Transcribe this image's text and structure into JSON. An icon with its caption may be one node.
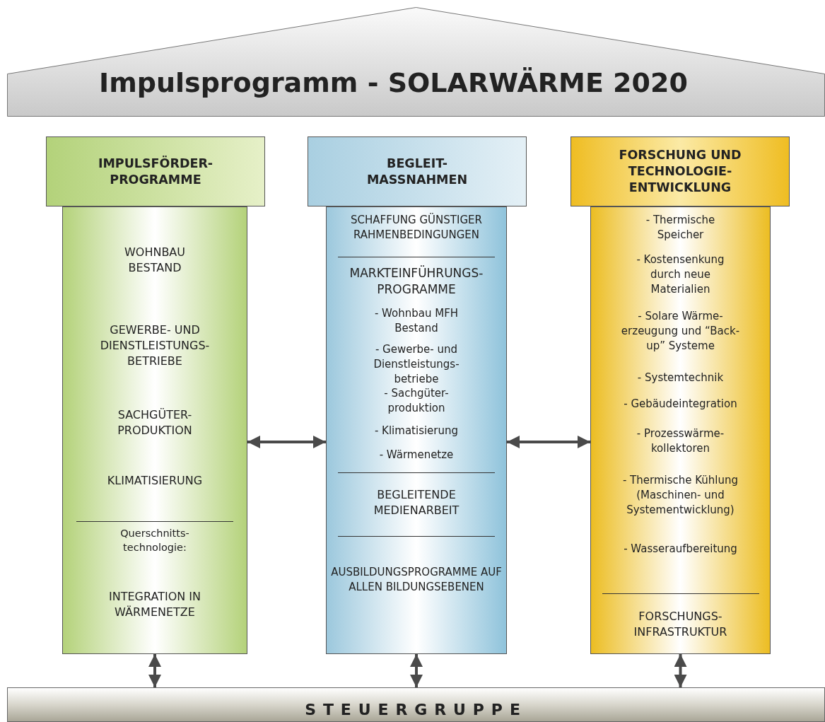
{
  "diagram": {
    "nodes": [
      {
        "text": [
          "Impulsprogramm - SOLARWÄRME 2020"
        ]
      },
      {
        "text": [
          "IMPULSFÖRDER- PROGRAMME"
        ]
      },
      {
        "text": [
          "WOHNBAU BESTAND",
          "GEWERBE- UND DIENSTLEISTUNGS- BETRIEBE",
          "SACHGÜTER- PRODUKTION",
          "KLIMATISIERUNG",
          "Querschnitts- technologie:",
          "INTEGRATION IN WÄRMENETZE"
        ]
      },
      {
        "text": [
          "BEGLEIT- MASSNAHMEN"
        ]
      },
      {
        "text": [
          "SCHAFFUNG GÜNSTIGER RAHMENBEDINGUNGEN",
          "MARKTEINFÜHRUNGS- PROGRAMME",
          "- Wohnbau MFH Bestand",
          "- Gewerbe- und Dienstleistungs- betriebe",
          "- Sachgüter- produktion",
          "- Klimatisierung",
          "- Wärmenetze",
          "BEGLEITENDE MEDIENARBEIT",
          "AUSBILDUNGSPROGRAMME AUF ALLEN BILDUNGSEBENEN"
        ]
      },
      {
        "text": [
          "FORSCHUNG UND TECHNOLOGIE- ENTWICKLUNG"
        ]
      },
      {
        "text": [
          "- Thermische Speicher",
          "- Kostensenkung durch neue Materialien",
          "- Solare Wärme- erzeugung und “Back-up” Systeme",
          "- Systemtechnik",
          "- Gebäudeintegration",
          "- Prozesswärme- kollektoren",
          "- Thermische Kühlung (Maschinen- und Systementwicklung)",
          "- Wasseraufbereitung",
          "FORSCHUNGS- INFRASTRUKTUR"
        ]
      },
      {
        "text": [
          "STEUERGRUPPE"
        ]
      }
    ],
    "edges": [
      {
        "from": 2,
        "to": 4,
        "arrow": "both"
      },
      {
        "from": 4,
        "to": 6,
        "arrow": "both"
      },
      {
        "from": 2,
        "to": 7,
        "arrow": "both"
      },
      {
        "from": 4,
        "to": 7,
        "arrow": "both"
      },
      {
        "from": 6,
        "to": 7,
        "arrow": "both"
      }
    ]
  }
}
